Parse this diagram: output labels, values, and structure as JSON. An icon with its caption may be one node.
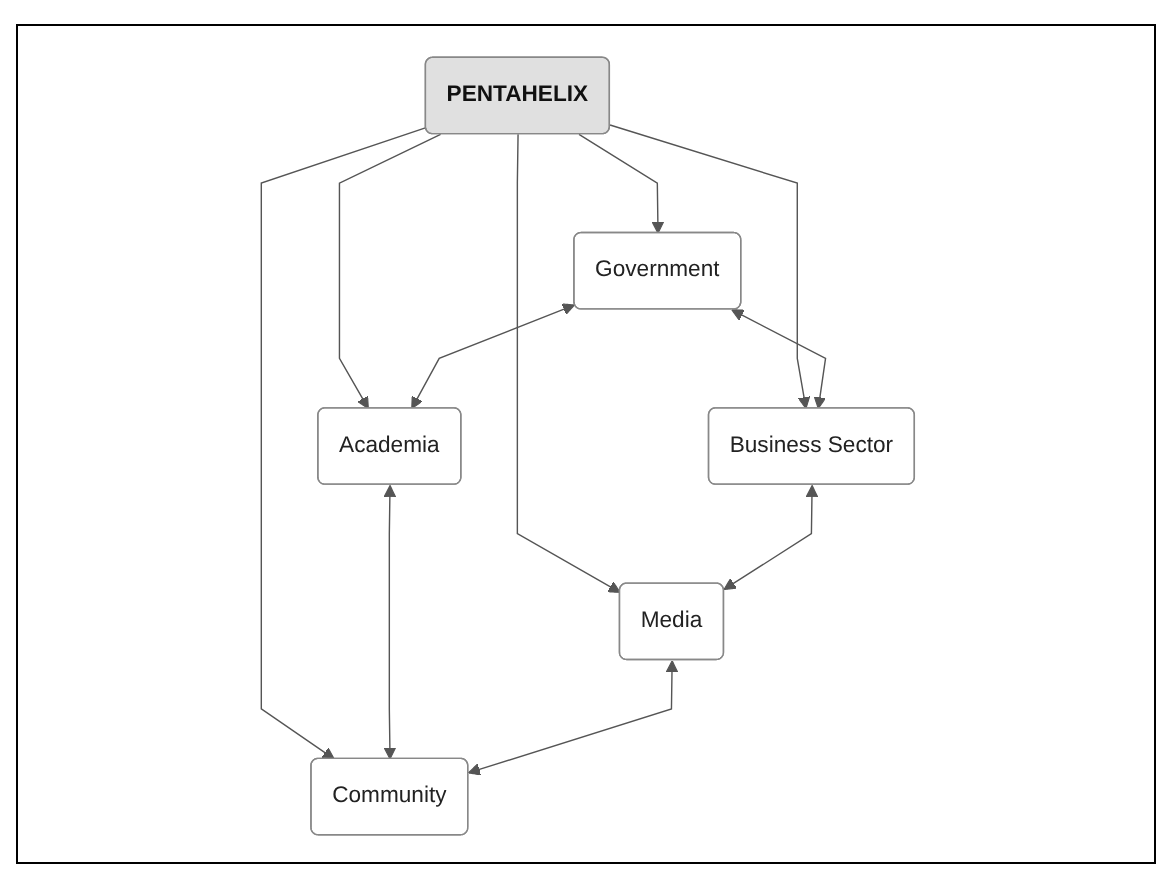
{
  "diagram": {
    "nodes": [
      {
        "text": [
          "Government"
        ]
      },
      {
        "text": [
          "Business Sector"
        ]
      },
      {
        "text": [
          "PENTAHELIX"
        ]
      },
      {
        "text": [
          "Academia"
        ]
      },
      {
        "text": [
          "Media"
        ]
      },
      {
        "text": [
          "Community"
        ]
      }
    ],
    "edges": [
      {
        "from": 2,
        "to": 0,
        "arrow": "to"
      },
      {
        "from": 2,
        "to": 1,
        "arrow": "to"
      },
      {
        "from": 2,
        "to": 3,
        "arrow": "to"
      },
      {
        "from": 2,
        "to": 4,
        "arrow": "to"
      },
      {
        "from": 2,
        "to": 5,
        "arrow": "to"
      },
      {
        "from": 0,
        "to": 1,
        "arrow": "both"
      },
      {
        "from": 0,
        "to": 3,
        "arrow": "both"
      },
      {
        "from": 1,
        "to": 4,
        "arrow": "both"
      },
      {
        "from": 3,
        "to": 5,
        "arrow": "both"
      },
      {
        "from": 4,
        "to": 5,
        "arrow": "both"
      }
    ]
  }
}
